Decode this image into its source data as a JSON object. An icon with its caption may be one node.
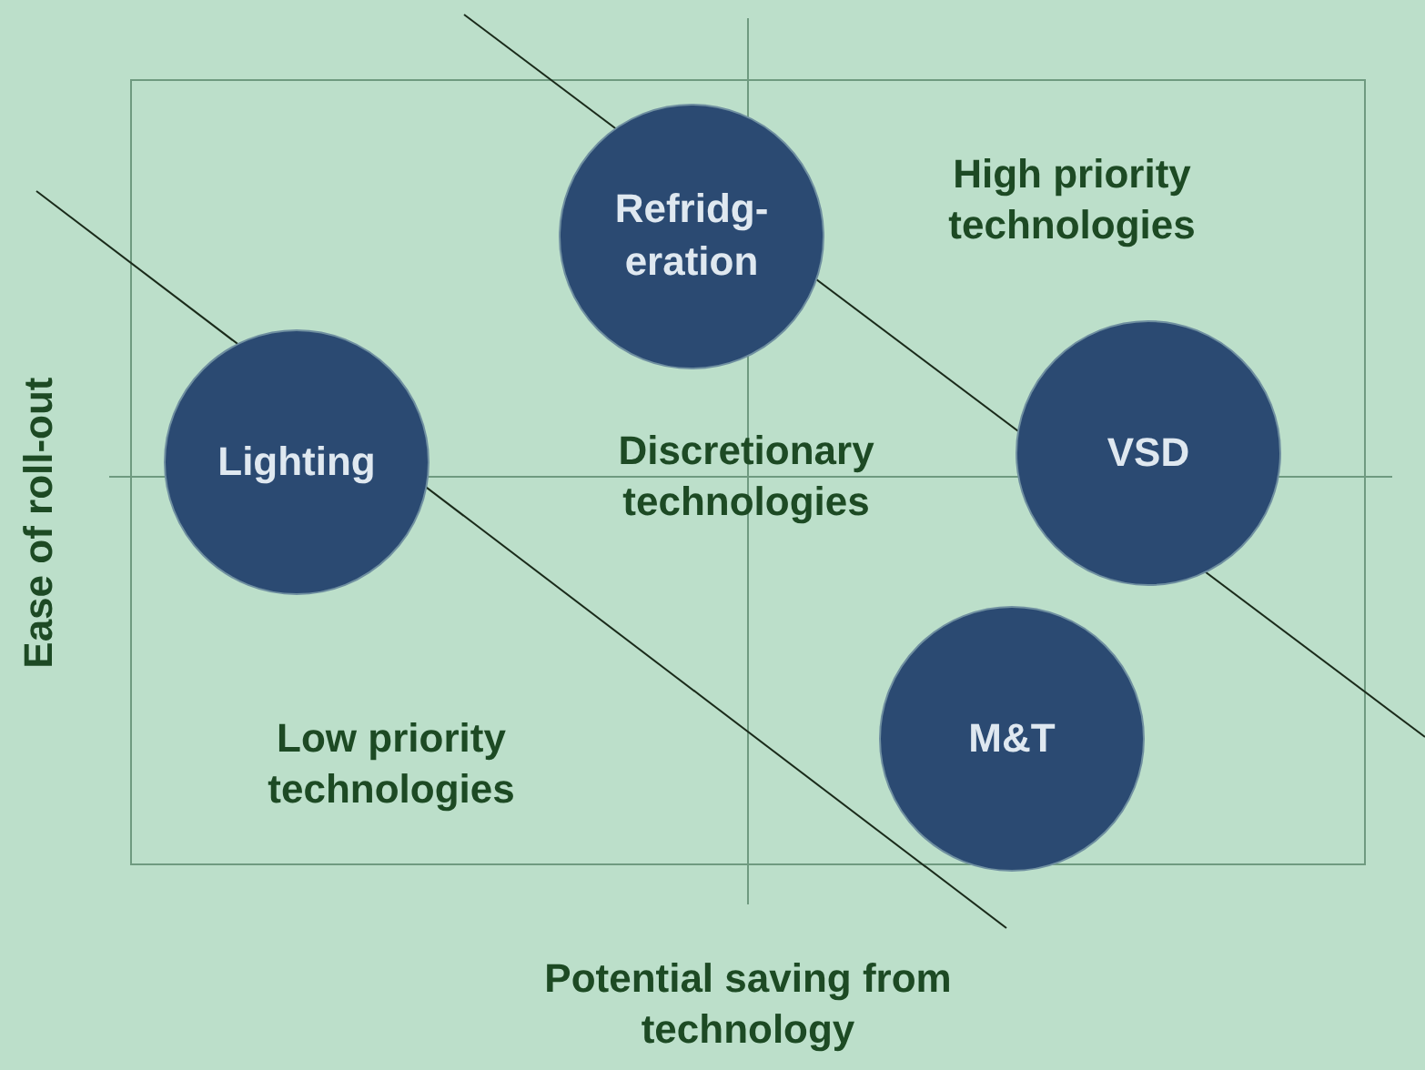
{
  "diagram": {
    "nodes": [
      {
        "text": [
          "Refridg- eration"
        ]
      },
      {
        "text": [
          "Lighting"
        ]
      },
      {
        "text": [
          "VSD"
        ]
      },
      {
        "text": [
          "M&T"
        ]
      }
    ],
    "labels": [
      "High priority technologies",
      "Discretionary technologies",
      "Ease of roll-out",
      "Low priority technologies",
      "Potential saving from technology"
    ]
  }
}
